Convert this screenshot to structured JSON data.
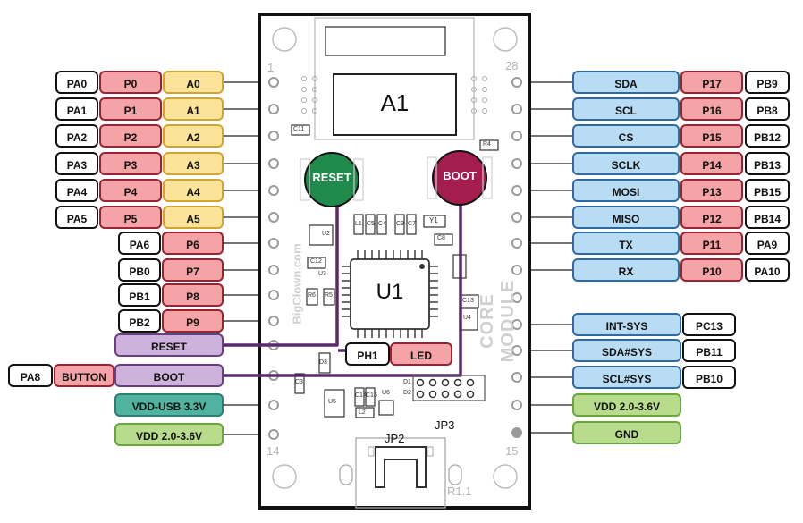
{
  "board": {
    "module_name": "A1",
    "chip_name": "U1",
    "watermark": "BigClown.com",
    "side_text": "CORE MODULE",
    "revision": "R1.1",
    "jp2": "JP2",
    "jp3": "JP3",
    "pin1": "1",
    "pin14": "14",
    "pin15": "15",
    "pin28": "28",
    "reset_button": "RESET",
    "boot_button": "BOOT",
    "components": {
      "c11": "C11",
      "r4": "R4",
      "u2": "U2",
      "c12": "C12",
      "u3": "U3",
      "l1": "L1",
      "c5": "C5",
      "c4": "C4",
      "c9": "C9",
      "c7": "C7",
      "y1": "Y1",
      "c8": "C8",
      "r6": "R6",
      "r5": "R5",
      "c13": "C13",
      "u4": "U4",
      "d3": "D3",
      "c3": "C3",
      "u5": "U5",
      "c14": "C14",
      "c15": "C15",
      "u6": "U6",
      "l2": "L2",
      "d1": "D1",
      "d2": "D2"
    }
  },
  "left_pins": [
    {
      "port": "PA0",
      "p": "P0",
      "a": "A0"
    },
    {
      "port": "PA1",
      "p": "P1",
      "a": "A1"
    },
    {
      "port": "PA2",
      "p": "P2",
      "a": "A2"
    },
    {
      "port": "PA3",
      "p": "P3",
      "a": "A3"
    },
    {
      "port": "PA4",
      "p": "P4",
      "a": "A4"
    },
    {
      "port": "PA5",
      "p": "P5",
      "a": "A5"
    },
    {
      "port": "PA6",
      "p": "P6"
    },
    {
      "port": "PB0",
      "p": "P7"
    },
    {
      "port": "PB1",
      "p": "P8"
    },
    {
      "port": "PB2",
      "p": "P9"
    }
  ],
  "left_special": {
    "reset": "RESET",
    "boot": "BOOT",
    "boot_port": "PA8",
    "boot_fn": "BUTTON",
    "vdd_usb": "VDD-USB 3.3V",
    "vdd": "VDD 2.0-3.6V"
  },
  "led": {
    "port": "PH1",
    "name": "LED"
  },
  "right_pins": [
    {
      "fn": "SDA",
      "p": "P17",
      "port": "PB9"
    },
    {
      "fn": "SCL",
      "p": "P16",
      "port": "PB8"
    },
    {
      "fn": "CS",
      "p": "P15",
      "port": "PB12"
    },
    {
      "fn": "SCLK",
      "p": "P14",
      "port": "PB13"
    },
    {
      "fn": "MOSI",
      "p": "P13",
      "port": "PB15"
    },
    {
      "fn": "MISO",
      "p": "P12",
      "port": "PB14"
    },
    {
      "fn": "TX",
      "p": "P11",
      "port": "PA9"
    },
    {
      "fn": "RX",
      "p": "P10",
      "port": "PA10"
    }
  ],
  "right_special": [
    {
      "fn": "INT-SYS",
      "port": "PC13"
    },
    {
      "fn": "SDA#SYS",
      "port": "PB11"
    },
    {
      "fn": "SCL#SYS",
      "port": "PB10"
    }
  ],
  "right_power": {
    "vdd": "VDD 2.0-3.6V",
    "gnd": "GND"
  },
  "colors": {
    "red_fill": "#f4a3a6",
    "yellow_fill": "#fbe49a",
    "blue_fill": "#b7dcf3",
    "purple_fill": "#cdb3dc",
    "teal_fill": "#4fb3a0",
    "green_fill": "#b8db8c",
    "reset_button": "#1f8a4c",
    "boot_button": "#a51c4e",
    "trace": "#5b2a6e"
  }
}
